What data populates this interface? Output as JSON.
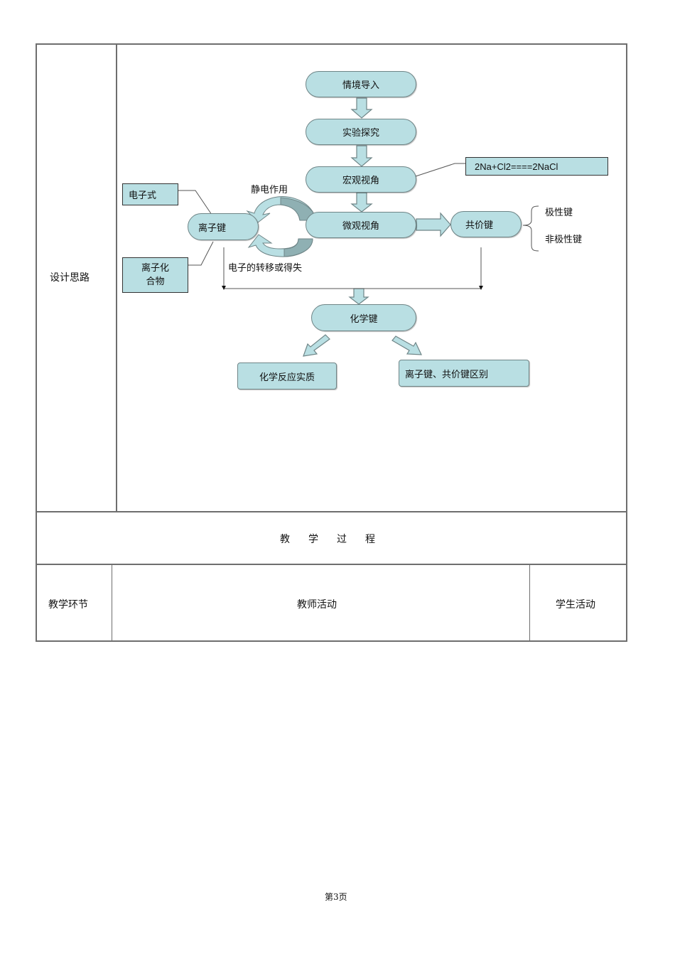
{
  "design": {
    "row_label": "设计思路",
    "flow": {
      "intro": "情境导入",
      "explore": "实验探究",
      "macro": "宏观视角",
      "micro": "微观视角",
      "equation": "2Na+Cl2====2NaCl",
      "ionic_bond": "离子键",
      "covalent_bond": "共价键",
      "electron_formula": "电子式",
      "ionic_compound_line1": "离子化",
      "ionic_compound_line2": "合物",
      "electrostatic": "静电作用",
      "electron_transfer": "电子的转移或得失",
      "polar_bond": "极性键",
      "nonpolar_bond": "非极性键",
      "chemical_bond": "化学键",
      "reaction_essence": "化学反应实质",
      "bond_difference": "离子键、共价键区别"
    }
  },
  "process": {
    "title": "教　学　过　程",
    "columns": [
      "教学环节",
      "教师活动",
      "学生活动"
    ]
  },
  "footer": {
    "page_label": "第3页"
  },
  "colors": {
    "node_fill": "#b9dfe3",
    "node_border": "#6f8587",
    "cycle_dark": "#8fb0b3"
  }
}
